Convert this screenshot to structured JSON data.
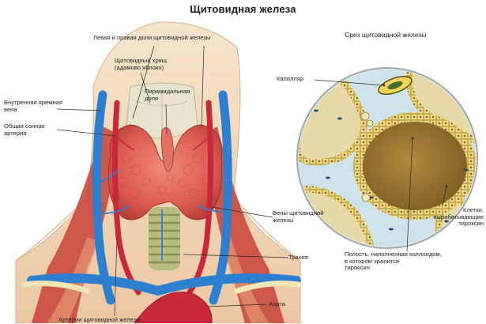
{
  "top_fragment": "",
  "title": "Щитовидная железа",
  "section_title": "Срез щитовидной железы",
  "labels": {
    "lobes": "Левая и правая доли щитовидной железы",
    "cartilage": "Щитовидный хрящ\n(адамово яблоко)",
    "pyramidal": "Пирамидальная\nдоля",
    "jugular": "Внутренняя яремная\nвена",
    "carotid": "Общая сонная\nартерия",
    "veins": "Вены щитовидной\nжелезы",
    "trachea": "Трахея",
    "aorta": "Аорта",
    "arteries": "Артерии щитовидной железы",
    "capillary": "Капилляр",
    "cells": "Клетки,\nвырабатывающие\nтироксин",
    "cavity": "Полость, наполненная коллоидом,\nв котором хранится\nтироксин"
  },
  "colors": {
    "vein": "#2f7fd0",
    "artery": "#c8283a",
    "gland": "#e0655a",
    "skin": "#f3dcc0",
    "colloid": "#9e7a34",
    "section_bg": "#cfe4ea"
  }
}
